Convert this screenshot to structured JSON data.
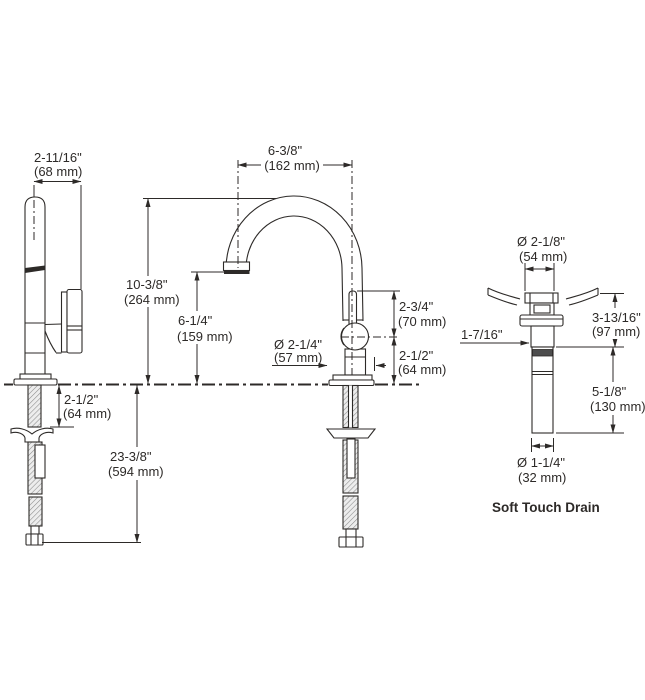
{
  "meta": {
    "ink_color": "#2d2a28",
    "background": "#ffffff"
  },
  "faucet_side_view": {
    "handle_reach": {
      "in": "2-11/16\"",
      "mm": "(68 mm)"
    },
    "deck_thickness": {
      "in": "2-1/2\"",
      "mm": "(64 mm)"
    },
    "supply_line_length": {
      "in": "23-3/8\"",
      "mm": "(594 mm)"
    }
  },
  "faucet_front_view": {
    "spout_reach": {
      "in": "6-3/8\"",
      "mm": "(162 mm)"
    },
    "overall_height": {
      "in": "10-3/8\"",
      "mm": "(264 mm)"
    },
    "spout_height": {
      "in": "6-1/4\"",
      "mm": "(159 mm)"
    },
    "base_diameter": {
      "in": "Ø 2-1/4\"",
      "mm": "(57 mm)"
    },
    "handle_top_to_ball": {
      "in": "2-3/4\"",
      "mm": "(70 mm)"
    },
    "ball_to_deck": {
      "in": "2-1/2\"",
      "mm": "(64 mm)"
    }
  },
  "drain": {
    "flange_diameter": {
      "in": "Ø 2-1/8\"",
      "mm": "(54 mm)"
    },
    "thread_length": {
      "in": "1-7/16\""
    },
    "above_trap_height": {
      "in": "3-13/16\"",
      "mm": "(97 mm)"
    },
    "tailpiece_length": {
      "in": "5-1/8\"",
      "mm": "(130 mm)"
    },
    "tailpiece_diameter": {
      "in": "Ø 1-1/4\"",
      "mm": "(32 mm)"
    },
    "caption": "Soft Touch Drain"
  }
}
